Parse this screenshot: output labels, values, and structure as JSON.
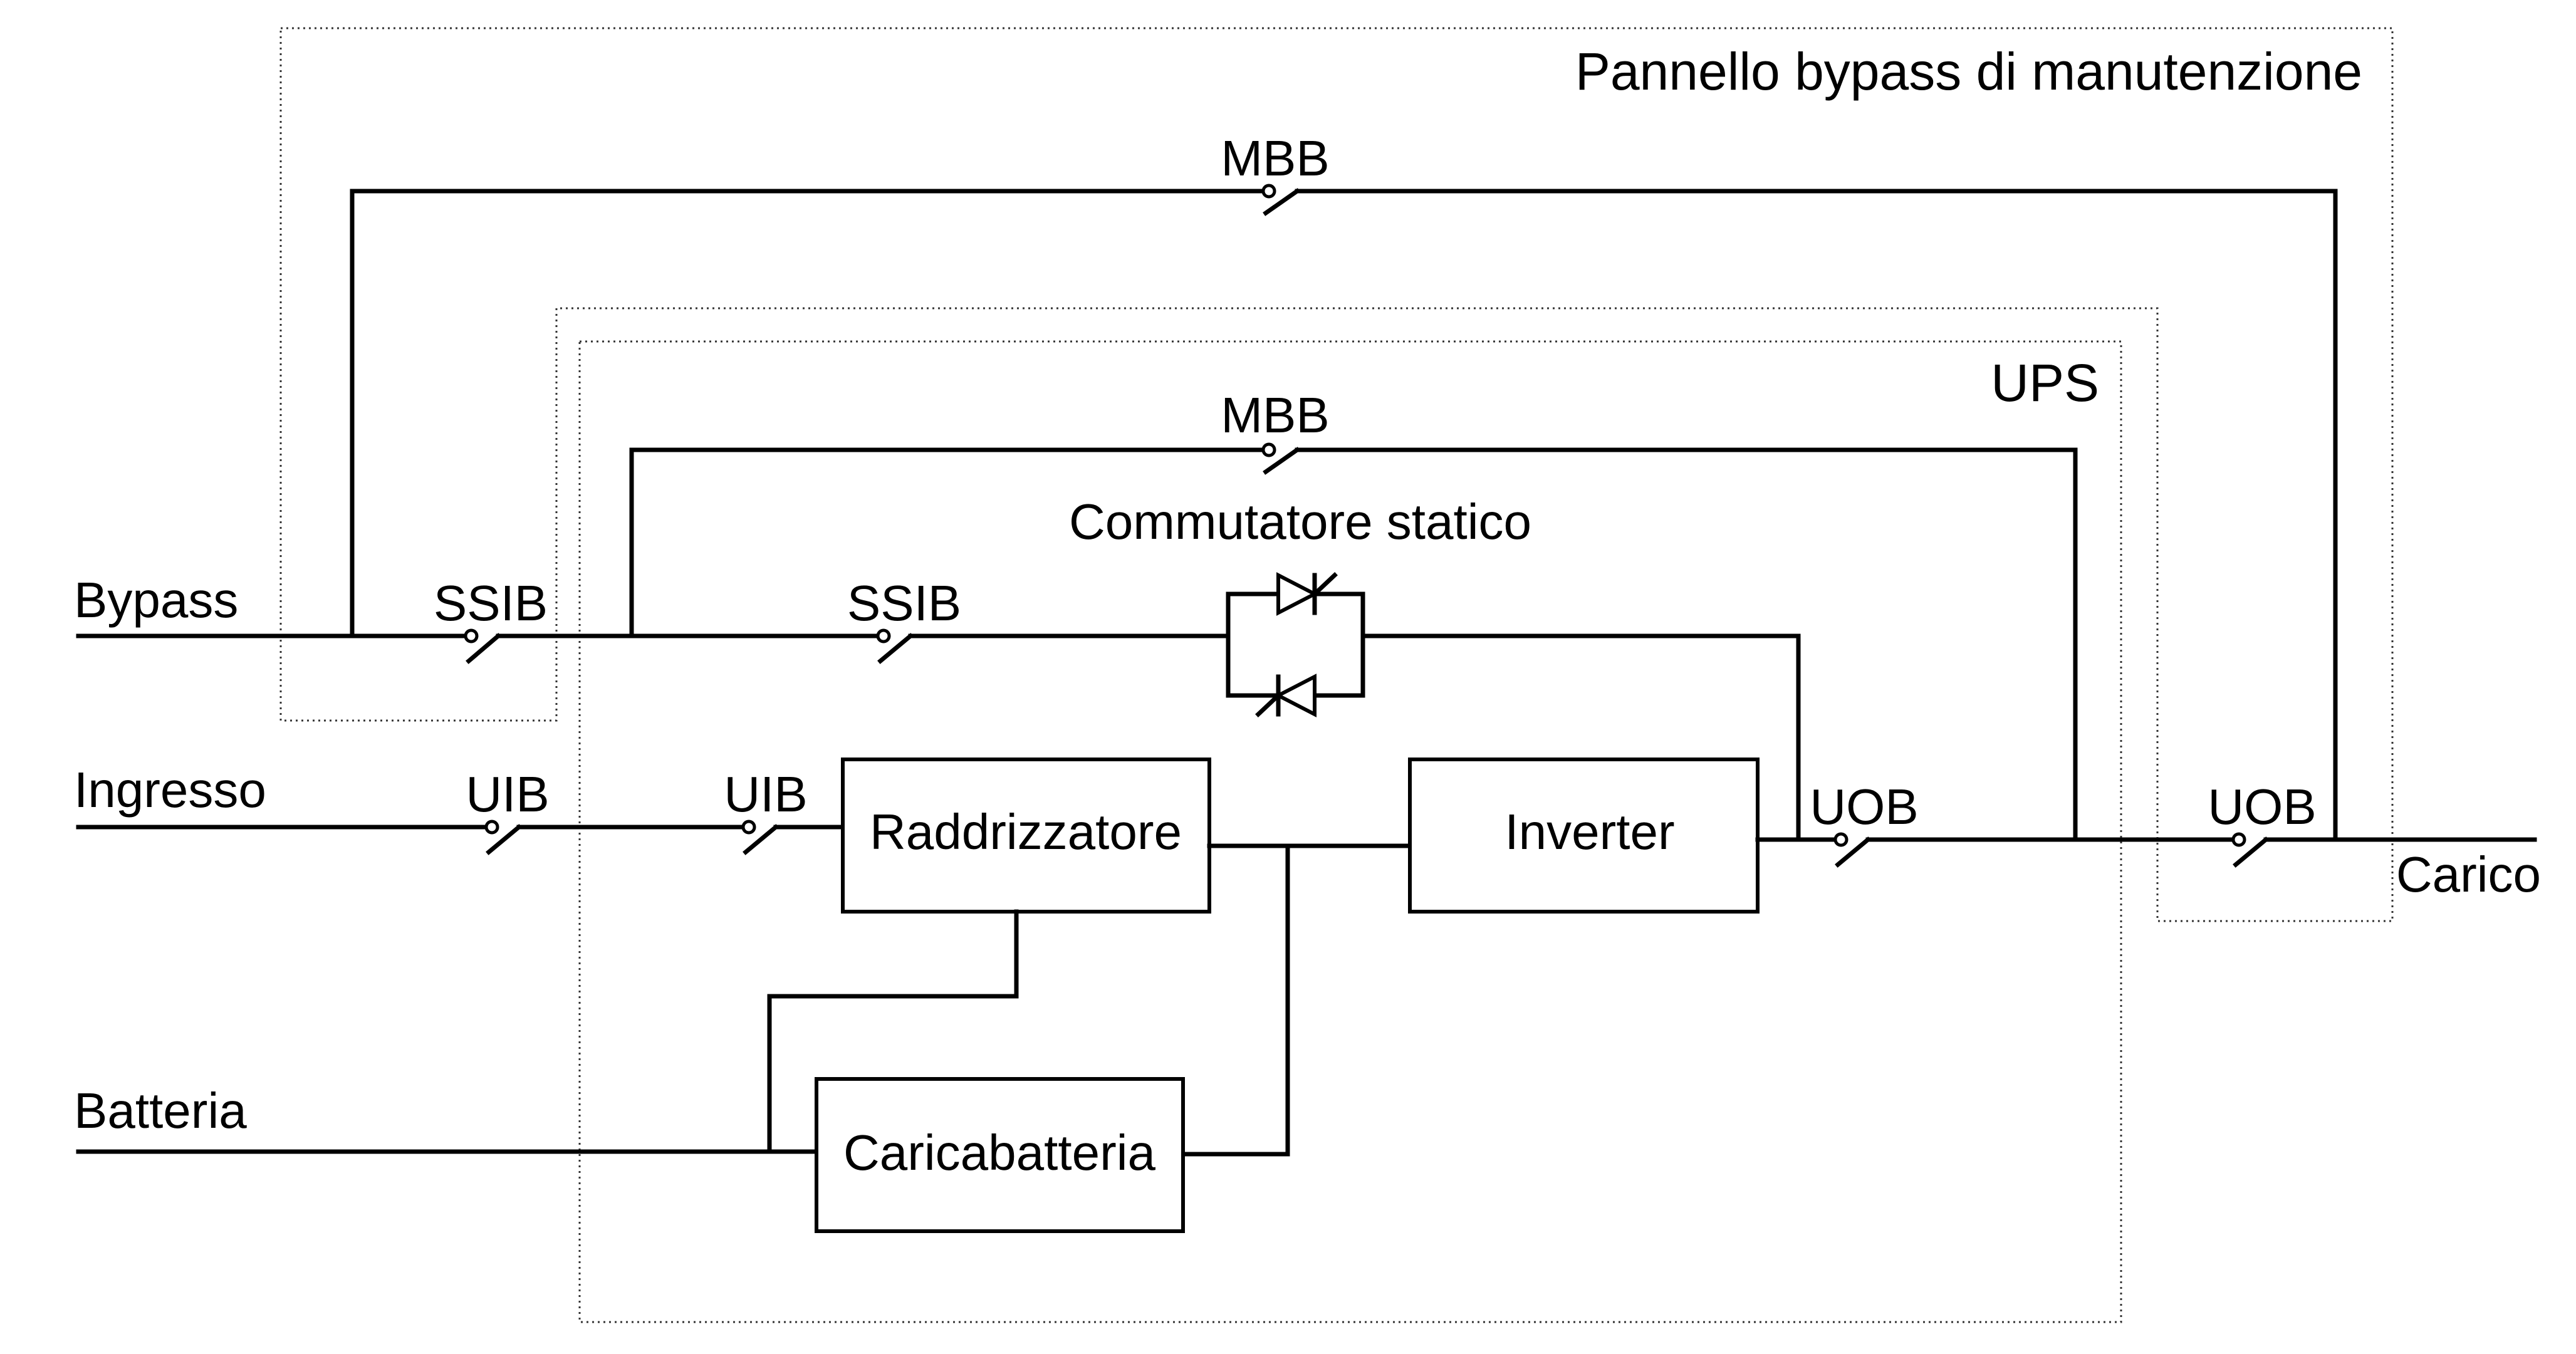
{
  "labels": {
    "maintenance_panel": "Pannello bypass di manutenzione",
    "ups": "UPS",
    "static_switch": "Commutatore statico",
    "bypass": "Bypass",
    "input": "Ingresso",
    "battery": "Batteria",
    "load": "Carico"
  },
  "breakers": {
    "mbb_panel": "MBB",
    "mbb_ups": "MBB",
    "ssib_panel": "SSIB",
    "ssib_ups": "SSIB",
    "uib_panel": "UIB",
    "uib_ups": "UIB",
    "uob_ups": "UOB",
    "uob_panel": "UOB"
  },
  "blocks": {
    "rectifier": "Raddrizzatore",
    "inverter": "Inverter",
    "charger": "Caricabatteria"
  }
}
